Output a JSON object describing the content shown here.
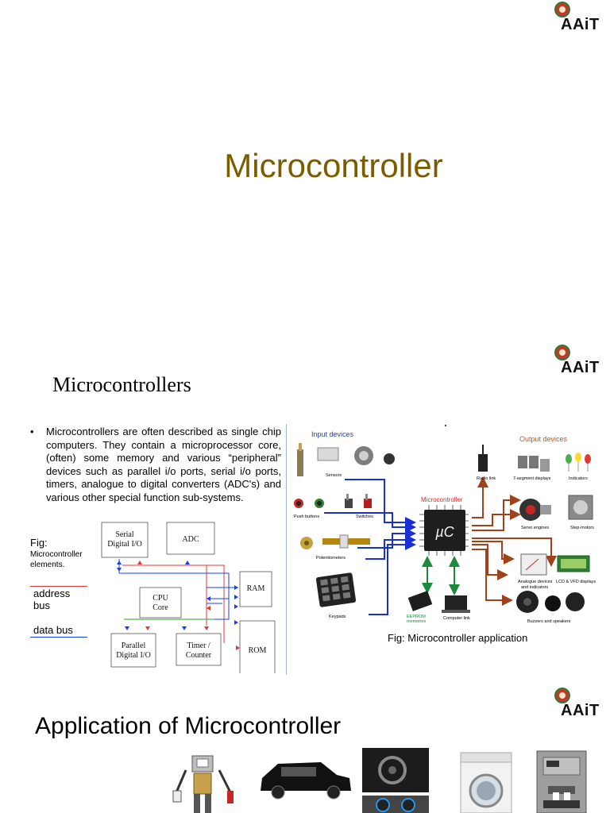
{
  "logo": {
    "text": "AAiT"
  },
  "slide1": {
    "title": "Microcontroller"
  },
  "slide2": {
    "title": "Microcontrollers",
    "bullet_mark": "•",
    "bullet": "Microcontrollers are often described as single chip computers. They contain a microprocessor core, (often) some memory and various “peripheral” devices such as parallel i/o ports, serial i/o ports, timers, analogue to digital converters (ADC's) and various other special function sub-systems.",
    "fig_label": "Fig:",
    "fig_sub": "Microcontroller elements.",
    "legend_address": "address bus",
    "legend_data": "data bus",
    "diagram": {
      "serial": [
        "Serial",
        "Digital I/O"
      ],
      "adc": "ADC",
      "ram": "RAM",
      "cpu": [
        "CPU",
        "Core"
      ],
      "rom": "ROM",
      "parallel": [
        "Parallel",
        "Digital I/O"
      ],
      "timer": [
        "Timer /",
        "Counter"
      ]
    },
    "app": {
      "input_title": "Input devices",
      "output_title": "Output devices",
      "center_label": "Microcontroller",
      "chip_label": "µC",
      "sensors": "Sensors",
      "push_buttons": "Push buttons",
      "switches": "Switches",
      "potentiometers": "Potentiometers",
      "keypads": "Keypads",
      "radio_link": "Radio link",
      "seg_displays": "7-segment displays",
      "indicators": "Indicators",
      "servo": "Servo engines",
      "step_motors": "Step-motors",
      "analogue": [
        "Analogue devices",
        "and indicators"
      ],
      "lcd": "LCD & VFD displays",
      "buzzers": "Buzzers and speakers",
      "eeprom": [
        "EEPROM",
        "memories"
      ],
      "computer_link": "Computer link"
    },
    "fig_caption": "Fig: Microcontroller application"
  },
  "slide3": {
    "title": "Application of Microcontroller"
  },
  "colors": {
    "title": "#7b5d00",
    "address_bus": "#e53935",
    "data_bus": "#1a3cff",
    "input_title": "#1f3fbf",
    "output_title": "#c0561c",
    "center_label": "#d32f2f",
    "arrow_in": "#1b2fd6",
    "arrow_out": "#a0431a",
    "arrow_mem": "#1b8a3a"
  }
}
